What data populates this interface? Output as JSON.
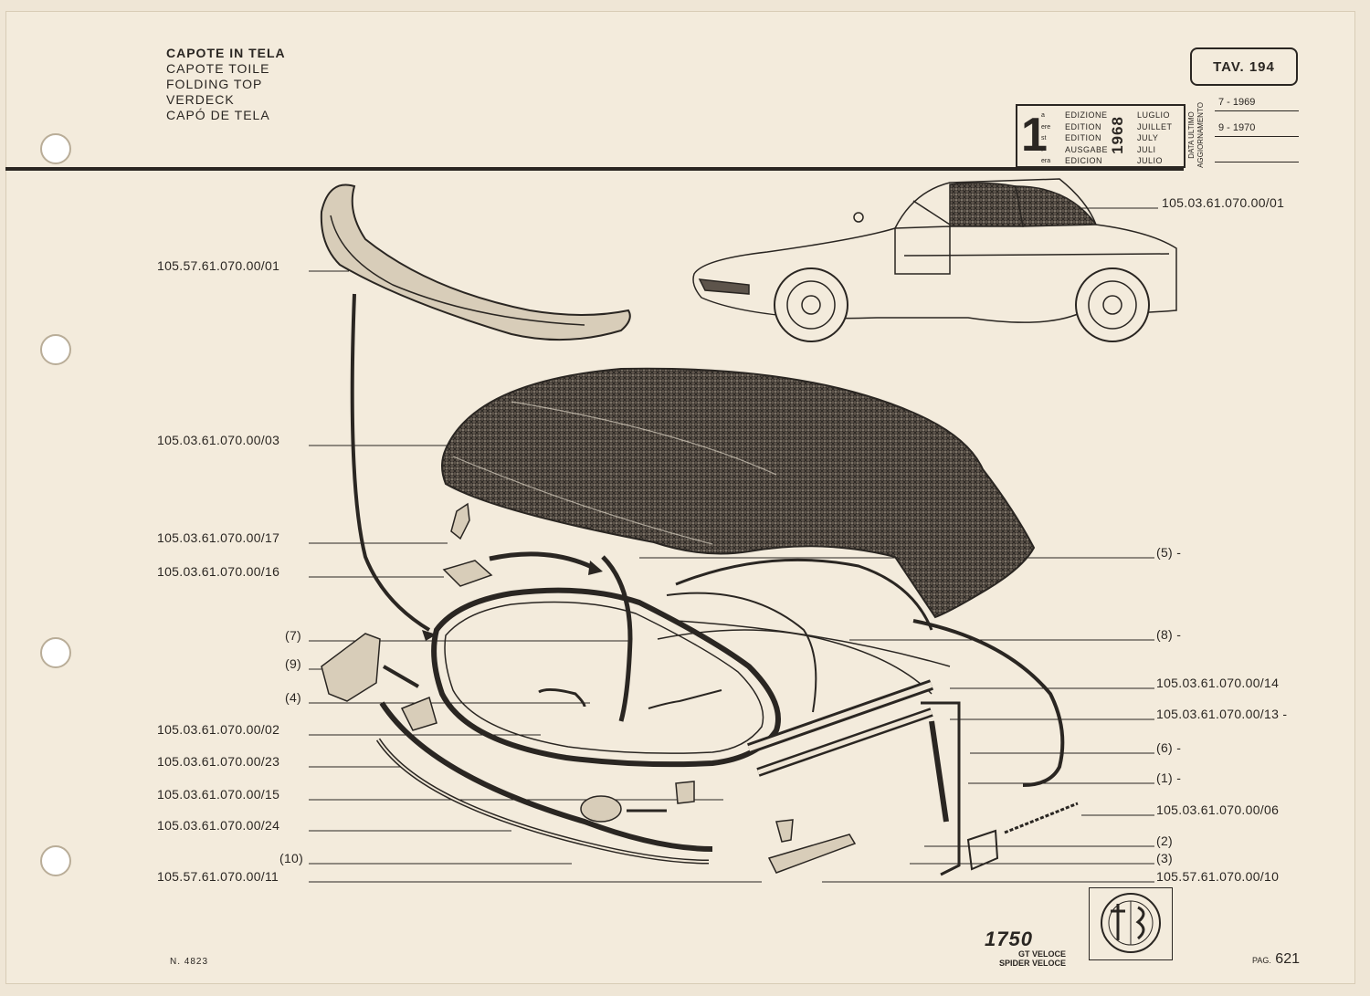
{
  "header": {
    "titles": [
      "CAPOTE IN TELA",
      "CAPOTE TOILE",
      "FOLDING TOP",
      "VERDECK",
      "CAPÓ DE TELA"
    ],
    "plate": "TAV. 194"
  },
  "edition": {
    "number": "1",
    "ordinals": [
      "a",
      "ere",
      "st",
      ".",
      "era"
    ],
    "labels": [
      "EDIZIONE",
      "EDITION",
      "EDITION",
      "AUSGABE",
      "EDICION"
    ],
    "year": "1968",
    "months": [
      "LUGLIO",
      "JUILLET",
      "JULY",
      "JULI",
      "JULIO"
    ]
  },
  "updates": {
    "label_lines": [
      "DATA ULTIMO",
      "AGGIORNAMENTO"
    ],
    "dates": [
      "7 - 1969",
      "9 - 1970",
      ""
    ]
  },
  "callouts": [
    {
      "id": "l01",
      "text": "105.57.61.070.00/01"
    },
    {
      "id": "l03",
      "text": "105.03.61.070.00/03"
    },
    {
      "id": "l17",
      "text": "105.03.61.070.00/17"
    },
    {
      "id": "l16",
      "text": "105.03.61.070.00/16"
    },
    {
      "id": "l7",
      "text": "(7)"
    },
    {
      "id": "l9",
      "text": "(9)"
    },
    {
      "id": "l4",
      "text": "(4)"
    },
    {
      "id": "l02",
      "text": "105.03.61.070.00/02"
    },
    {
      "id": "l23",
      "text": "105.03.61.070.00/23"
    },
    {
      "id": "l15",
      "text": "105.03.61.070.00/15"
    },
    {
      "id": "l24",
      "text": "105.03.61.070.00/24"
    },
    {
      "id": "l10",
      "text": "(10)"
    },
    {
      "id": "l11",
      "text": "105.57.61.070.00/11"
    },
    {
      "id": "r01",
      "text": "105.03.61.070.00/01"
    },
    {
      "id": "r5",
      "text": "(5) -"
    },
    {
      "id": "r8",
      "text": "(8) -"
    },
    {
      "id": "r14",
      "text": "105.03.61.070.00/14"
    },
    {
      "id": "r13",
      "text": "105.03.61.070.00/13 -"
    },
    {
      "id": "r6",
      "text": "(6) -"
    },
    {
      "id": "r1",
      "text": "(1) -"
    },
    {
      "id": "r06",
      "text": "105.03.61.070.00/06"
    },
    {
      "id": "r2",
      "text": "(2)"
    },
    {
      "id": "r3",
      "text": "(3)"
    },
    {
      "id": "r10",
      "text": "105.57.61.070.00/10"
    }
  ],
  "footer": {
    "doc_number": "N. 4823",
    "model": "1750",
    "model_lines": [
      "GT VELOCE",
      "SPIDER VELOCE"
    ],
    "page_label": "PAG.",
    "page_number": "621"
  },
  "colors": {
    "paper": "#f3ebdc",
    "ink": "#2a2622"
  }
}
